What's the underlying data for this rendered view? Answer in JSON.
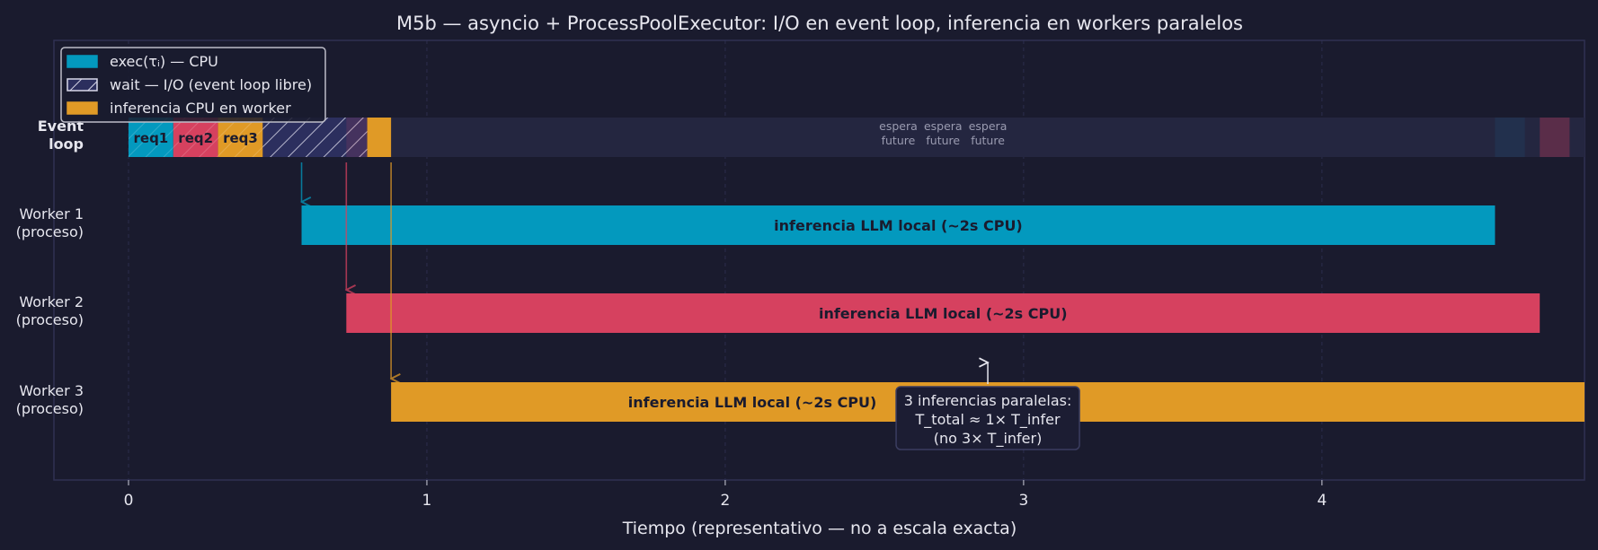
{
  "chart_data": {
    "type": "gantt",
    "title": "M5b — asyncio + ProcessPoolExecutor: I/O en event loop, inferencia en workers paralelos",
    "xlabel": "Tiempo (representativo — no a escala exacta)",
    "xlim": [
      -0.25,
      4.88
    ],
    "xticks": [
      0,
      1,
      2,
      3,
      4
    ],
    "grid": true,
    "rows": [
      {
        "label": "Event\nloop",
        "lines": [
          "Event",
          "loop"
        ],
        "bold": true
      },
      {
        "label": "Worker 1\n(proceso)",
        "lines": [
          "Worker 1",
          "(proceso)"
        ]
      },
      {
        "label": "Worker 2\n(proceso)",
        "lines": [
          "Worker 2",
          "(proceso)"
        ]
      },
      {
        "label": "Worker 3\n(proceso)",
        "lines": [
          "Worker 3",
          "(proceso)"
        ]
      }
    ],
    "segments": [
      {
        "row": 0,
        "start": 0.0,
        "end": 0.15,
        "kind": "exec",
        "color": "#0399be",
        "hatch": true
      },
      {
        "row": 0,
        "start": 0.15,
        "end": 0.3,
        "kind": "exec",
        "color": "#d6415f",
        "hatch": true
      },
      {
        "row": 0,
        "start": 0.3,
        "end": 0.45,
        "kind": "exec",
        "color": "#e09a26",
        "hatch": true
      },
      {
        "row": 0,
        "start": 0.45,
        "end": 0.8,
        "kind": "wait",
        "color": "#2c2f5e",
        "hatch": true
      },
      {
        "row": 0,
        "start": 0.8,
        "end": 0.88,
        "kind": "cpu",
        "color": "#e09a26"
      },
      {
        "row": 0,
        "start": 0.88,
        "end": 4.88,
        "kind": "idle",
        "color": "#242640"
      },
      {
        "row": 0,
        "start": 4.58,
        "end": 4.68,
        "kind": "resume",
        "color": "#22304d"
      },
      {
        "row": 0,
        "start": 4.73,
        "end": 4.83,
        "kind": "resume",
        "color": "#5a2d49"
      },
      {
        "row": 1,
        "start": 0.58,
        "end": 4.58,
        "kind": "cpu",
        "color": "#0399be",
        "label": "inferencia LLM local  (~2s CPU)"
      },
      {
        "row": 2,
        "start": 0.73,
        "end": 4.73,
        "kind": "cpu",
        "color": "#d6415f",
        "label": "inferencia LLM local  (~2s CPU)"
      },
      {
        "row": 3,
        "start": 0.88,
        "end": 4.88,
        "kind": "cpu",
        "color": "#e09a26",
        "label": "inferencia LLM local  (~2s CPU)"
      }
    ],
    "req_labels": [
      {
        "text": "req1",
        "x": 0.075,
        "color": "#0399be"
      },
      {
        "text": "req2",
        "x": 0.225,
        "color": "#d6415f"
      },
      {
        "text": "req3",
        "x": 0.375,
        "color": "#e09a26"
      }
    ],
    "dispatch_arrows": [
      {
        "x": 0.58,
        "to_row": 1,
        "color": "#0399be"
      },
      {
        "x": 0.73,
        "to_row": 2,
        "color": "#d6415f"
      },
      {
        "x": 0.88,
        "to_row": 3,
        "color": "#e09a26"
      }
    ],
    "wait_labels": [
      {
        "x": 2.58,
        "text": "espera\nfuture",
        "lines": [
          "espera",
          "future"
        ]
      },
      {
        "x": 2.73,
        "text": "espera\nfuture",
        "lines": [
          "espera",
          "future"
        ]
      },
      {
        "x": 2.88,
        "text": "espera\nfuture",
        "lines": [
          "espera",
          "future"
        ]
      }
    ],
    "annotation": {
      "x": 2.88,
      "lines": [
        "3 inferencias paralelas:",
        "T_total ≈ 1× T_infer",
        "(no 3× T_infer)"
      ]
    },
    "legend": {
      "placement": "upper-left",
      "items": [
        {
          "label": "exec(τᵢ) — CPU",
          "color": "#0399be",
          "hatch": false
        },
        {
          "label": "wait — I/O (event loop libre)",
          "color": "#2c2f5e",
          "hatch": true
        },
        {
          "label": "inferencia CPU en worker",
          "color": "#e09a26",
          "hatch": false
        }
      ]
    }
  }
}
